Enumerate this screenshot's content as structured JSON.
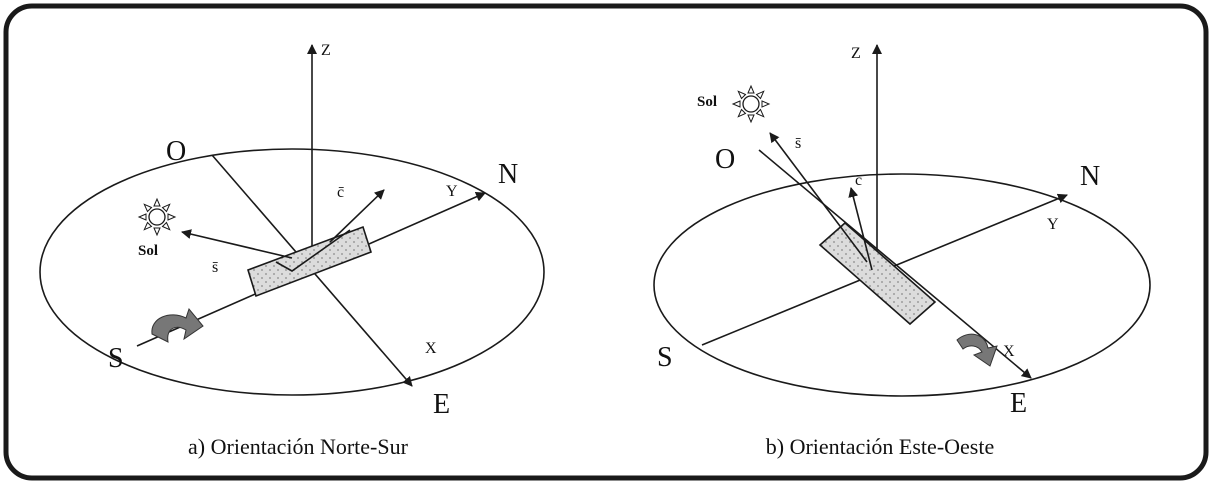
{
  "panels": [
    {
      "caption": "a) Orientación Norte-Sur",
      "z_label": "Z",
      "y_label": "Y",
      "x_label": "X",
      "north": "N",
      "south": "S",
      "east": "E",
      "west": "O",
      "sun_label": "Sol",
      "s_vector": "s̄",
      "c_vector": "c̄"
    },
    {
      "caption": "b) Orientación Este-Oeste",
      "z_label": "Z",
      "y_label": "Y",
      "x_label": "X",
      "north": "N",
      "south": "S",
      "east": "E",
      "west": "O",
      "sun_label": "Sol",
      "s_vector": "s̄",
      "c_vector": "c̄"
    }
  ],
  "colors": {
    "frame": "#1a1a1a",
    "line": "#1a1a1a",
    "panel_fill": "#d6d6d6",
    "rotation_arrow": "#777777"
  },
  "icons": {
    "sun": "sun-icon",
    "rotation": "rotation-arrow-icon"
  }
}
